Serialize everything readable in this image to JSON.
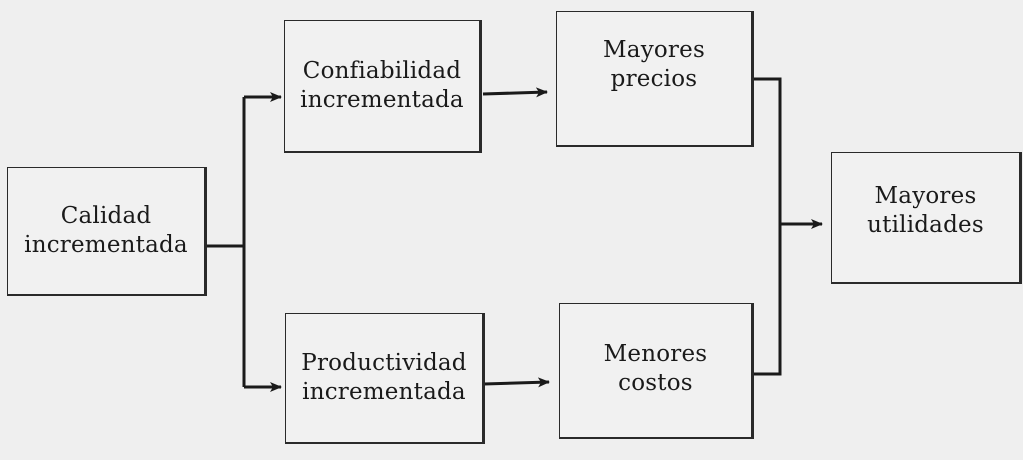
{
  "boxes": {
    "calidad": {
      "line1": "Calidad",
      "line2": "incrementada"
    },
    "confiabilidad": {
      "line1": "Confiabilidad",
      "line2": "incrementada"
    },
    "productividad": {
      "line1": "Productividad",
      "line2": "incrementada"
    },
    "precios": {
      "line1": "Mayores",
      "line2": "precios"
    },
    "costos": {
      "line1": "Menores",
      "line2": "costos"
    },
    "utilidades": {
      "line1": "Mayores",
      "line2": "utilidades"
    }
  },
  "colors": {
    "background": "#efefef",
    "box_fill": "#f1f1f1",
    "ink": "#1a1a1a"
  }
}
